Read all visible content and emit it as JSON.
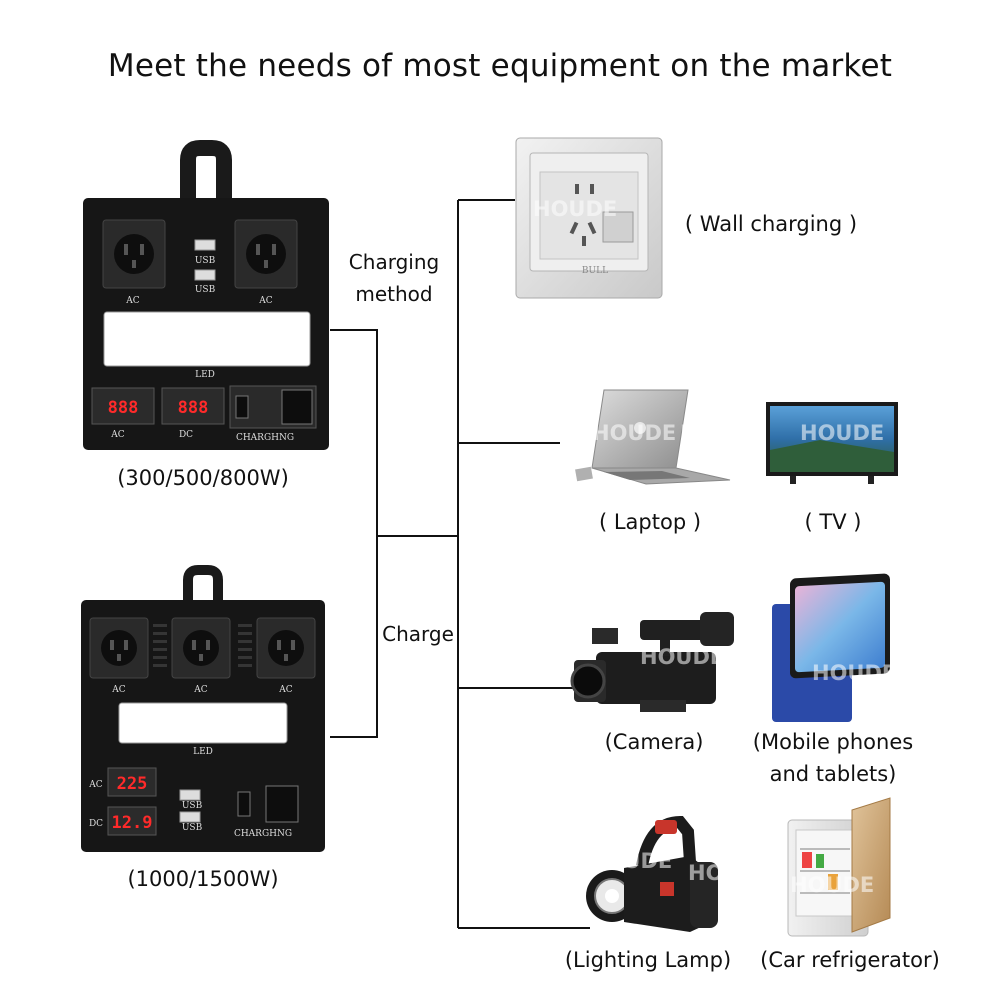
{
  "title": "Meet the needs of most equipment on the market",
  "flow_labels": {
    "charging_method": [
      "Charging",
      "method"
    ],
    "charge": "Charge"
  },
  "units": {
    "small": {
      "caption": "(300/500/800W)",
      "labels": {
        "ac_left": "AC",
        "ac_right": "AC",
        "usb_top": "USB",
        "usb_bottom": "USB",
        "led": "LED",
        "ac_meter": "AC",
        "dc_meter": "DC",
        "charging": "CHARGHNG"
      },
      "meters": {
        "ac": "888",
        "dc": "888"
      }
    },
    "large": {
      "caption": "(1000/1500W)",
      "labels": {
        "ac_1": "AC",
        "ac_2": "AC",
        "ac_3": "AC",
        "usb_top": "USB",
        "usb_bottom": "USB",
        "led": "LED",
        "ac_meter": "AC",
        "dc_meter": "DC",
        "charging": "CHARGHNG"
      },
      "meters": {
        "ac": "225",
        "dc": "12.9"
      }
    }
  },
  "watermark": "HOUDE",
  "wall_brand": "BULL",
  "targets": {
    "wall": "( Wall charging )",
    "laptop": "( Laptop )",
    "tv": "( TV )",
    "camera": "(Camera)",
    "phones": [
      "(Mobile phones",
      "and tablets)"
    ],
    "lamp": "(Lighting Lamp)",
    "fridge": "(Car refrigerator)"
  },
  "colors": {
    "device_body": "#161616",
    "line": "#111111",
    "meter": "#ff2a2a"
  },
  "icons": [
    "wall-socket-icon",
    "laptop-icon",
    "tv-icon",
    "camcorder-icon",
    "tablet-icon",
    "flashlight-icon",
    "mini-fridge-icon"
  ]
}
